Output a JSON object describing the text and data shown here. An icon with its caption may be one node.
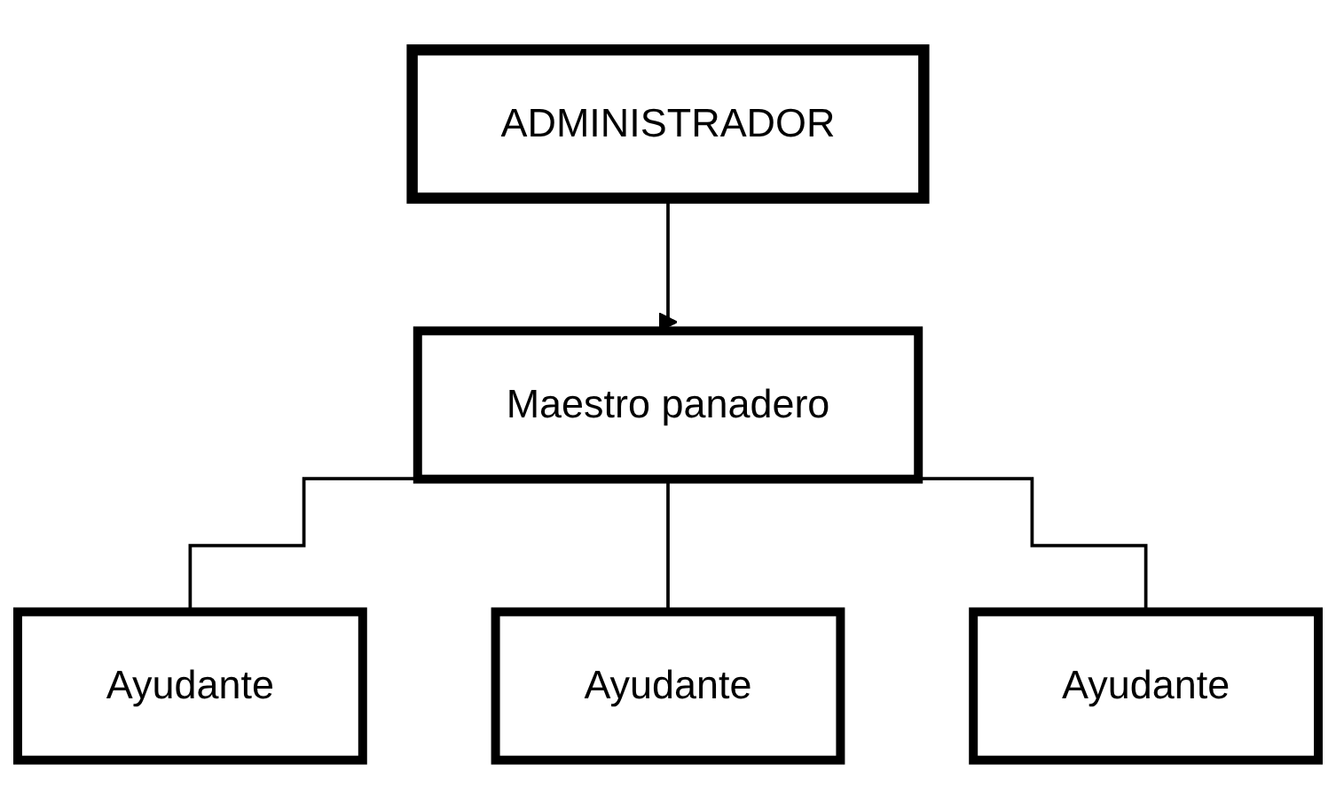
{
  "diagram": {
    "nodes": [
      {
        "text": [
          "ADMINISTRADOR"
        ]
      },
      {
        "text": [
          "Maestro panadero"
        ]
      },
      {
        "text": [
          "Ayudante"
        ]
      },
      {
        "text": [
          "Ayudante"
        ]
      },
      {
        "text": [
          "Ayudante"
        ]
      }
    ],
    "edges": [
      {
        "from": 0,
        "to": 1,
        "arrow": "to"
      },
      {
        "from": 1,
        "to": 2,
        "arrow": "none"
      },
      {
        "from": 1,
        "to": 3,
        "arrow": "none"
      },
      {
        "from": 1,
        "to": 4,
        "arrow": "none"
      }
    ]
  }
}
